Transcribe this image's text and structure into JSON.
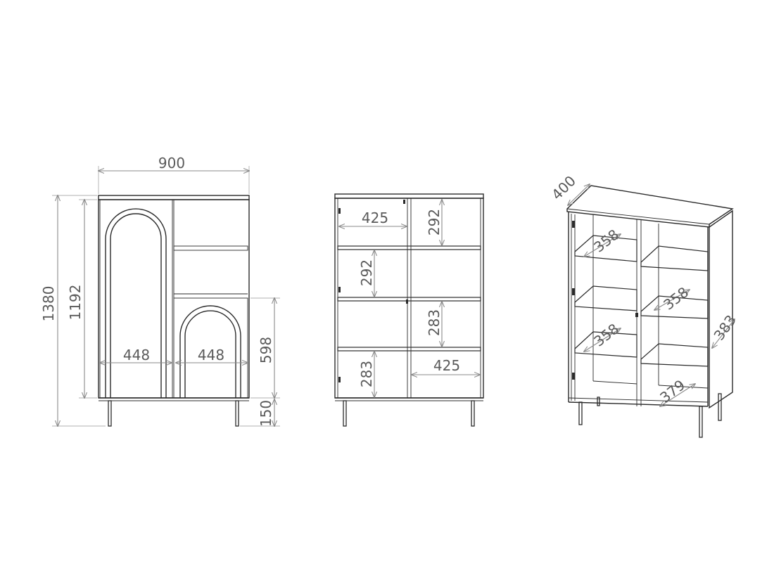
{
  "front_view": {
    "width": "900",
    "height_total": "1380",
    "height_body": "1192",
    "door_width_left": "448",
    "door_width_right": "448",
    "lower_section_height": "598",
    "leg_height": "150"
  },
  "open_view": {
    "shelf_width_top": "425",
    "shelf_width_bottom": "425",
    "compartment_height_top_right": "292",
    "compartment_height_mid_left": "292",
    "compartment_height_mid_right": "283",
    "compartment_height_bottom_left": "283"
  },
  "iso_view": {
    "depth": "400",
    "shelf_depth_1": "358",
    "shelf_depth_2": "358",
    "shelf_depth_3": "358",
    "shelf_depth_bottom": "379",
    "side_depth": "383"
  },
  "colors": {
    "line": "#2a2a2a",
    "dimension": "#8a8a8a",
    "text": "#5a5a5a"
  }
}
